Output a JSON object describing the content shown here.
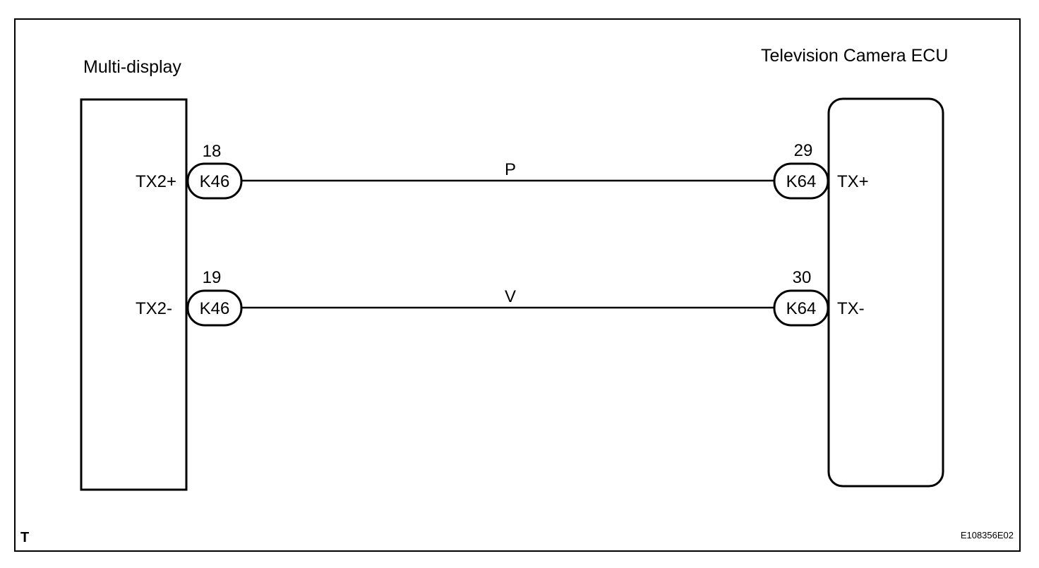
{
  "components": {
    "left": {
      "name": "Multi-display"
    },
    "right": {
      "name": "Television Camera ECU"
    }
  },
  "wires": [
    {
      "color_code": "P",
      "left": {
        "connector": "K46",
        "pin": "18",
        "terminal": "TX2+"
      },
      "right": {
        "connector": "K64",
        "pin": "29",
        "terminal": "TX+"
      }
    },
    {
      "color_code": "V",
      "left": {
        "connector": "K46",
        "pin": "19",
        "terminal": "TX2-"
      },
      "right": {
        "connector": "K64",
        "pin": "30",
        "terminal": "TX-"
      }
    }
  ],
  "footer": {
    "mark": "T",
    "figure_id": "E108356E02"
  },
  "colors": {
    "line": "#000000",
    "background": "#ffffff"
  }
}
